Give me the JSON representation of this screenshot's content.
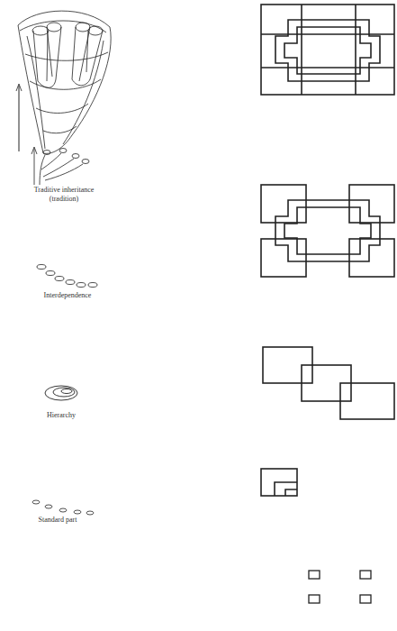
{
  "diagram": {
    "labels": [
      "Traditive inheritance (tradition)",
      "Interdependence",
      "Hierarchy",
      "Standard part"
    ]
  }
}
